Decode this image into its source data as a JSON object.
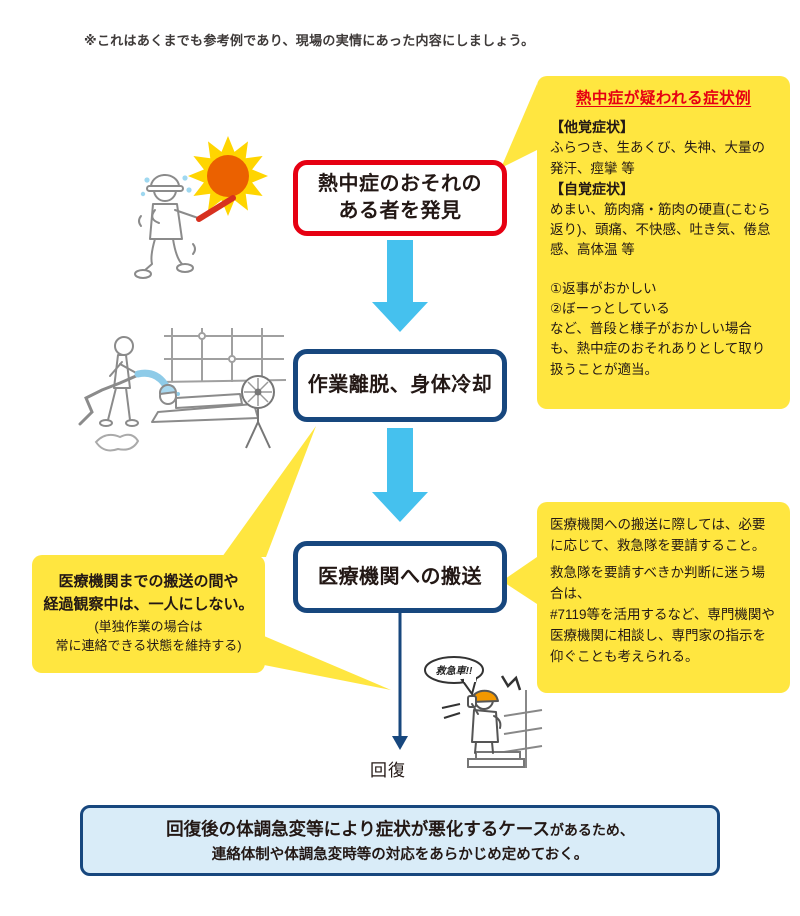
{
  "colors": {
    "red": "#e60012",
    "navy": "#17477e",
    "yellow": "#ffe640",
    "arrow_blue": "#45c1ee",
    "pale_blue": "#d9ecf8",
    "ink": "#231815",
    "water_blue": "#8ecbe8",
    "helmet_orange": "#f39800",
    "sun_orange": "#eb6100",
    "sun_ray": "#ffd500"
  },
  "note": "※これはあくまでも参考例であり、現場の実情にあった内容にしましょう。",
  "flow": {
    "step1_line1": "熱中症のおそれの",
    "step1_line2": "ある者を発見",
    "step2": "作業離脱、身体冷却",
    "step3": "医療機関への搬送",
    "outcome": "回復"
  },
  "symptoms_box": {
    "title": "熱中症が疑われる症状例",
    "heading1": "【他覚症状】",
    "body1": "ふらつき、生あくび、失神、大量の発汗、痙攣 等",
    "heading2": "【自覚症状】",
    "body2": "めまい、筋肉痛・筋肉の硬直(こむら返り)、頭痛、不快感、吐き気、倦怠感、高体温 等",
    "item1": "①返事がおかしい",
    "item2": "②ぼーっとしている",
    "footer": "など、普段と様子がおかしい場合も、熱中症のおそれありとして取り扱うことが適当。"
  },
  "left_callout": {
    "bold1": "医療機関までの搬送の間や",
    "bold2": "経過観察中は、一人にしない。",
    "sub1": "(単独作業の場合は",
    "sub2": "常に連絡できる状態を維持する)"
  },
  "transport_note": {
    "p1": "医療機関への搬送に際しては、必要に応じて、救急隊を要請すること。",
    "p2": "救急隊を要請すべきか判断に迷う場合は、",
    "p3": "#7119等を活用するなど、専門機関や医療機関に相談し、専門家の指示を仰ぐことも考えられる。"
  },
  "bottom_banner": {
    "main": "回復後の体調急変等により症状が悪化するケース",
    "suffix": "があるため、",
    "line2": "連絡体制や体調急変時等の対応をあらかじめ定めておく。"
  },
  "illustrations": {
    "speech_bubble": "救急車!!"
  }
}
